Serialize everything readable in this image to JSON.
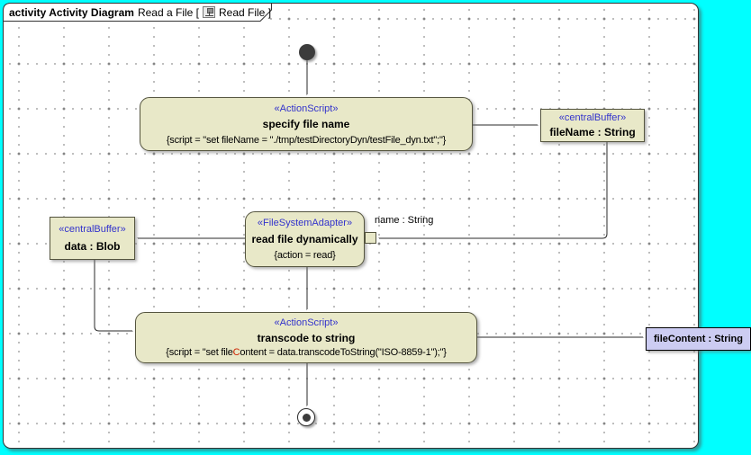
{
  "diagram": {
    "header": {
      "kind_label": "activity Activity Diagram",
      "name_label": "Read a File [",
      "icon": "activity-diagram-icon",
      "content_label": "Read File ]"
    }
  },
  "nodes": {
    "specify_action": {
      "stereotype": "«ActionScript»",
      "name": "specify file name",
      "script": "{script = \"set fileName = \"./tmp/testDirectoryDyn/testFile_dyn.txt\";\"}"
    },
    "filename_buffer": {
      "stereotype": "«centralBuffer»",
      "name": "fileName : String"
    },
    "read_action": {
      "stereotype": "«FileSystemAdapter»",
      "name": "read file dynamically",
      "constraint": "{action = read}"
    },
    "input_pin": {
      "label": "name : String"
    },
    "data_buffer": {
      "stereotype": "«centralBuffer»",
      "name": "data : Blob"
    },
    "transcode_action": {
      "stereotype": "«ActionScript»",
      "name": "transcode to string",
      "script_before": "{script = \"set file",
      "script_highlight": "C",
      "script_after": "ontent = data.transcodeToString(\"ISO-8859-1\");\"}"
    },
    "filecontent_buffer": {
      "name": "fileContent : String"
    }
  },
  "colors": {
    "canvas_background": "#00ffff",
    "node_fill": "#e8e8c8",
    "filecontent_fill": "#ccccf2",
    "stereotype_text": "#3333cc",
    "script_highlight": "#cc2200",
    "edge": "#2a2a2a"
  }
}
